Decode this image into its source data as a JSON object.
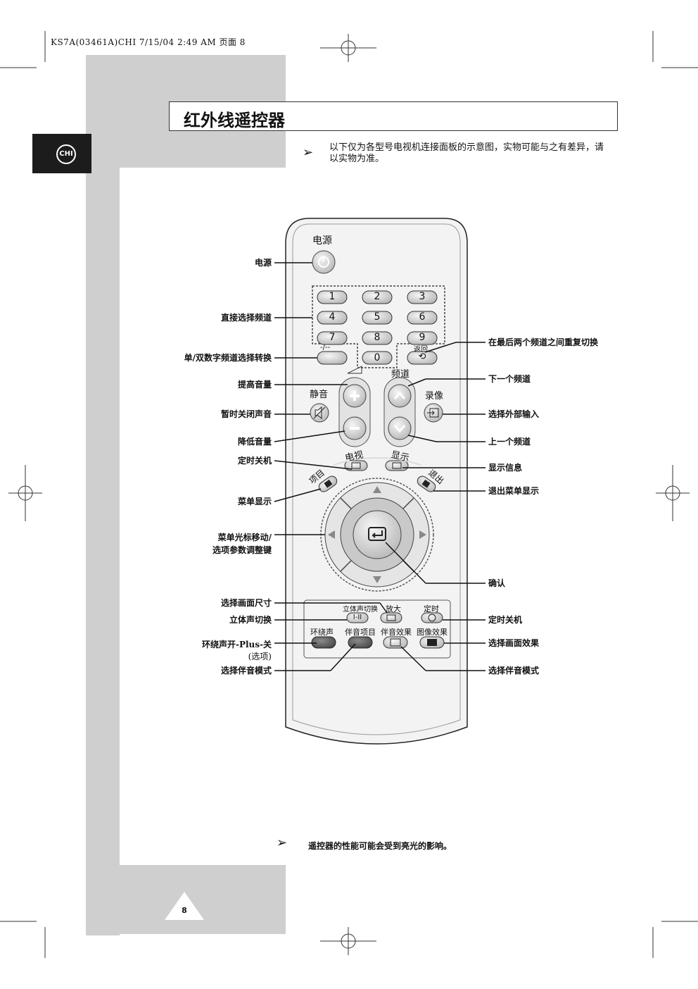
{
  "header": {
    "file_info": "KS7A(03461A)CHI  7/15/04  2:49 AM  页面 8"
  },
  "page_title": "红外线遥控器",
  "language_tab": "CHI",
  "notes": {
    "top": "以下仅为各型号电视机连接面板的示意图，实物可能与之有差异，请以实物为准。",
    "bottom": "遥控器的性能可能会受到亮光的影响。"
  },
  "page_number": "8",
  "remote": {
    "power_label": "电源",
    "digits": [
      "1",
      "2",
      "3",
      "4",
      "5",
      "6",
      "7",
      "8",
      "9",
      "0"
    ],
    "dash_label": "-/--",
    "return_label": "返回",
    "mute_label": "静音",
    "channel_label": "频道",
    "record_label": "录像",
    "tv_label": "电视",
    "display_label": "显示",
    "menu_label": "项目",
    "exit_label": "退出",
    "stereo_label": "立体声切换",
    "stereo_btn": "I-II",
    "zoom_label": "放大",
    "timer_label": "定时",
    "surround_label": "环绕声",
    "sound_menu_label": "伴音项目",
    "sound_effect_label": "伴音效果",
    "picture_effect_label": "图像效果"
  },
  "callouts": {
    "left": {
      "power": "电源",
      "direct_channel": "直接选择频道",
      "one_two_digit": "单/双数字频道选择转换",
      "vol_up": "提高音量",
      "mute": "暂时关闭声音",
      "vol_down": "降低音量",
      "sleep": "定时关机",
      "menu": "菜单显示",
      "cursor_1": "菜单光标移动/",
      "cursor_2": "选项参数调整键",
      "picture_size": "选择画面尺寸",
      "stereo": "立体声切换",
      "surround_1": "环绕声开-Plus-关",
      "surround_2": "(选项)",
      "sound_mode": "选择伴音模式"
    },
    "right": {
      "prev_channel": "在最后两个频道之间重复切换",
      "ch_next": "下一个频道",
      "ext_input": "选择外部输入",
      "ch_prev": "上一个频道",
      "info": "显示信息",
      "exit": "退出菜单显示",
      "confirm": "确认",
      "timer_off": "定时关机",
      "picture_effect": "选择画面效果",
      "sound_mode": "选择伴音模式"
    }
  }
}
